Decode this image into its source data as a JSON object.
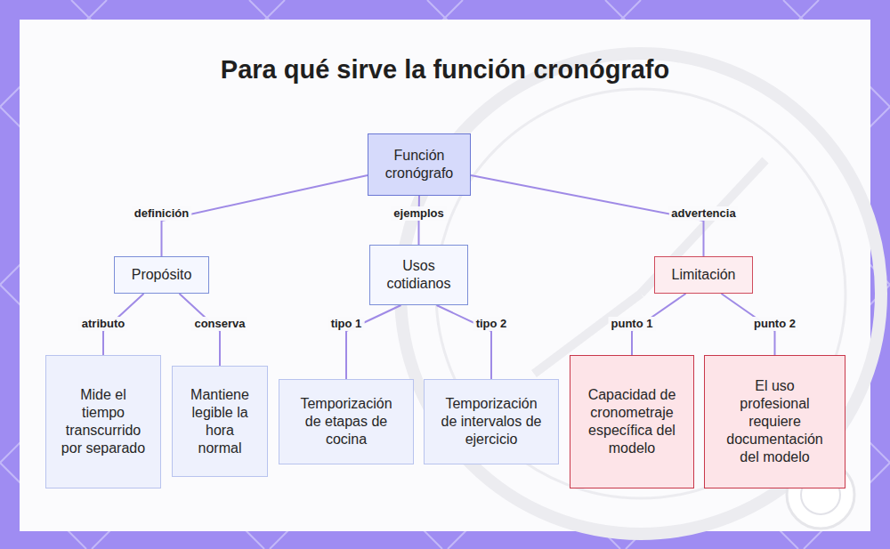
{
  "diagram": {
    "title": "Para qué sirve la función cronógrafo",
    "nodes": [
      {
        "text": [
          "Función cronógrafo"
        ]
      },
      {
        "text": [
          "Propósito"
        ]
      },
      {
        "text": [
          "Usos cotidianos"
        ]
      },
      {
        "text": [
          "Limitación"
        ]
      },
      {
        "text": [
          "Mide el tiempo transcurrido por separado"
        ]
      },
      {
        "text": [
          "Mantiene legible la hora normal"
        ]
      },
      {
        "text": [
          "Temporización de etapas de cocina"
        ]
      },
      {
        "text": [
          "Temporización de intervalos de ejercicio"
        ]
      },
      {
        "text": [
          "Capacidad de cronometraje específica del modelo"
        ]
      },
      {
        "text": [
          "El uso profesional requiere documentación del modelo"
        ]
      }
    ],
    "edges": [
      {
        "from": 0,
        "to": 1,
        "label": "definición",
        "arrow": "none"
      },
      {
        "from": 0,
        "to": 2,
        "label": "ejemplos",
        "arrow": "none"
      },
      {
        "from": 0,
        "to": 3,
        "label": "advertencia",
        "arrow": "none"
      },
      {
        "from": 1,
        "to": 4,
        "label": "atributo",
        "arrow": "none"
      },
      {
        "from": 1,
        "to": 5,
        "label": "conserva",
        "arrow": "none"
      },
      {
        "from": 2,
        "to": 6,
        "label": "tipo 1",
        "arrow": "none"
      },
      {
        "from": 2,
        "to": 7,
        "label": "tipo 2",
        "arrow": "none"
      },
      {
        "from": 3,
        "to": 8,
        "label": "punto 1",
        "arrow": "none"
      },
      {
        "from": 3,
        "to": 9,
        "label": "punto 2",
        "arrow": "none"
      }
    ]
  }
}
